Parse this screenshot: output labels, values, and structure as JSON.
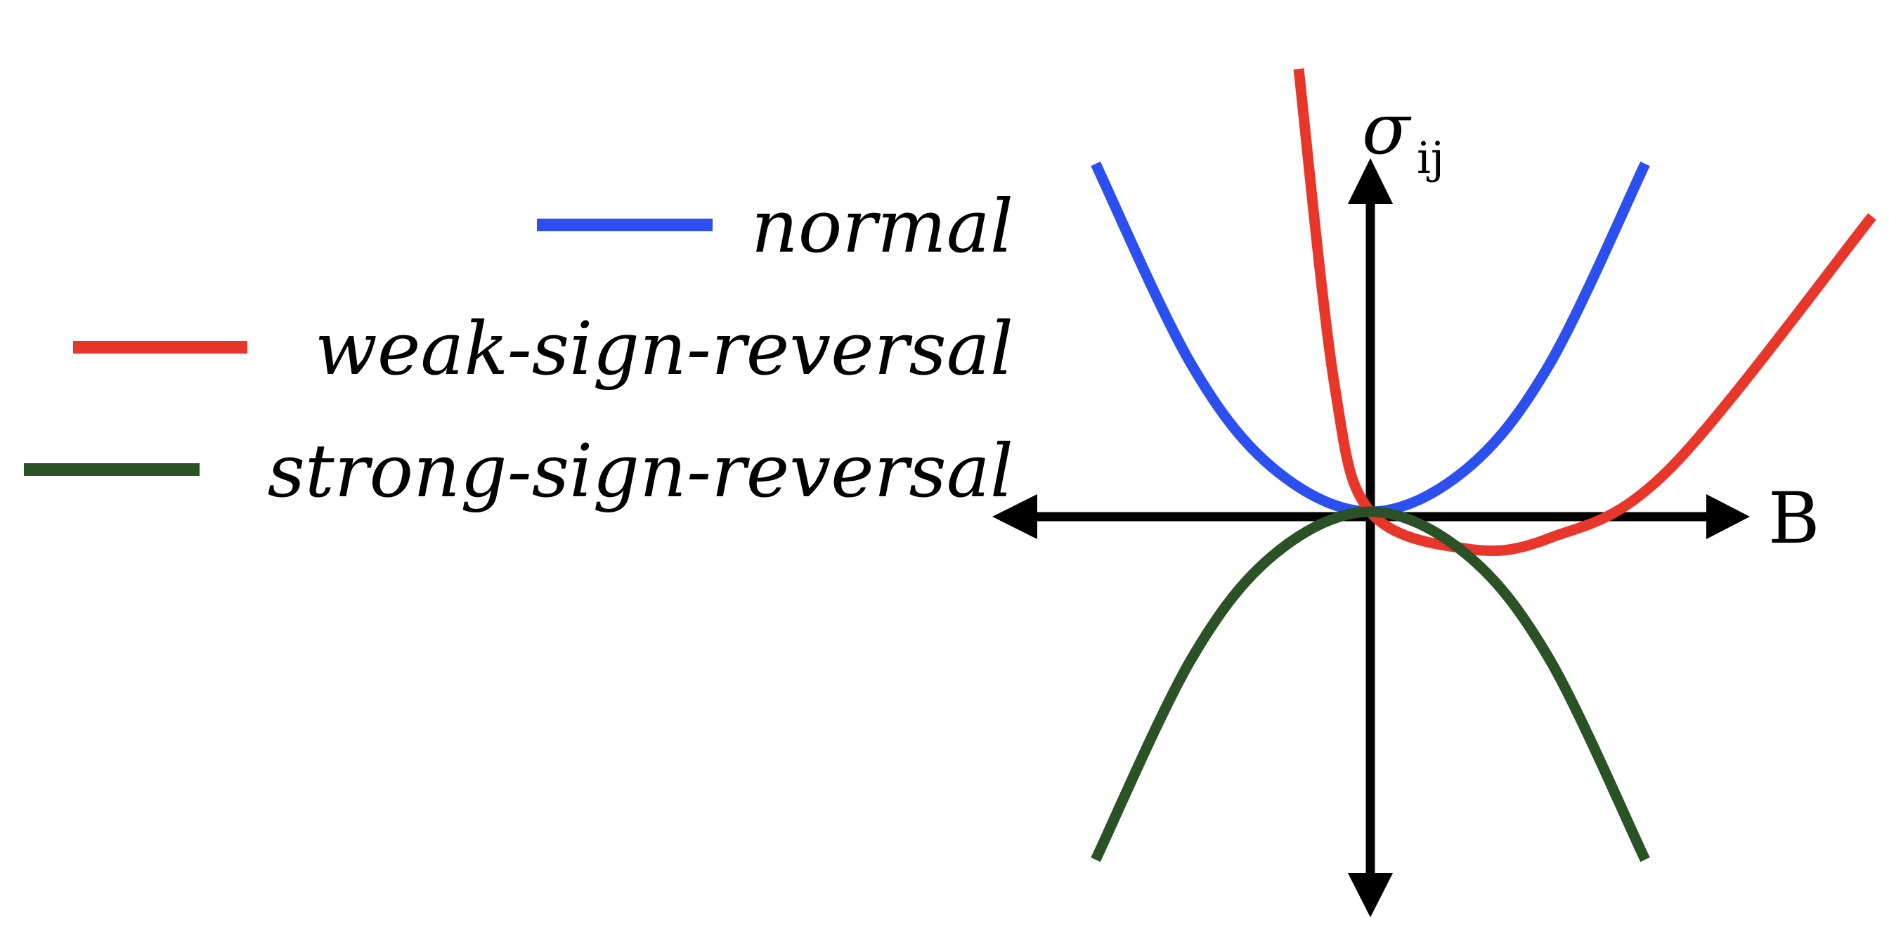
{
  "chart_data": {
    "type": "line",
    "xlabel": "B",
    "ylabel": {
      "symbol": "σ",
      "subscript": "ij"
    },
    "xlim": [
      -3.4,
      3.4
    ],
    "ylim": [
      -3.4,
      3.4
    ],
    "grid": false,
    "axis_ticks": false,
    "legend_position": "left",
    "series": [
      {
        "name": "normal",
        "color": "#2c4ff0",
        "curve": "parabola-up",
        "x": [
          -2.3,
          -1.5,
          -0.8,
          0,
          0.8,
          1.5,
          2.3
        ],
        "y": [
          3.3,
          1.4,
          0.4,
          0,
          0.4,
          1.4,
          3.3
        ]
      },
      {
        "name": "weak-sign-reversal",
        "color": "#e8372a",
        "curve": "shifted-parabola",
        "x": [
          -0.6,
          -0.3,
          0,
          0.8,
          1.5,
          2.5,
          4.2
        ],
        "y": [
          4.2,
          1.2,
          0,
          -0.35,
          -0.25,
          0.4,
          2.8
        ]
      },
      {
        "name": "strong-sign-reversal",
        "color": "#2b5126",
        "curve": "parabola-down",
        "x": [
          -2.3,
          -1.5,
          -0.8,
          0,
          0.8,
          1.5,
          2.3
        ],
        "y": [
          -3.3,
          -1.4,
          -0.4,
          0,
          -0.4,
          -1.4,
          -3.3
        ]
      }
    ]
  }
}
